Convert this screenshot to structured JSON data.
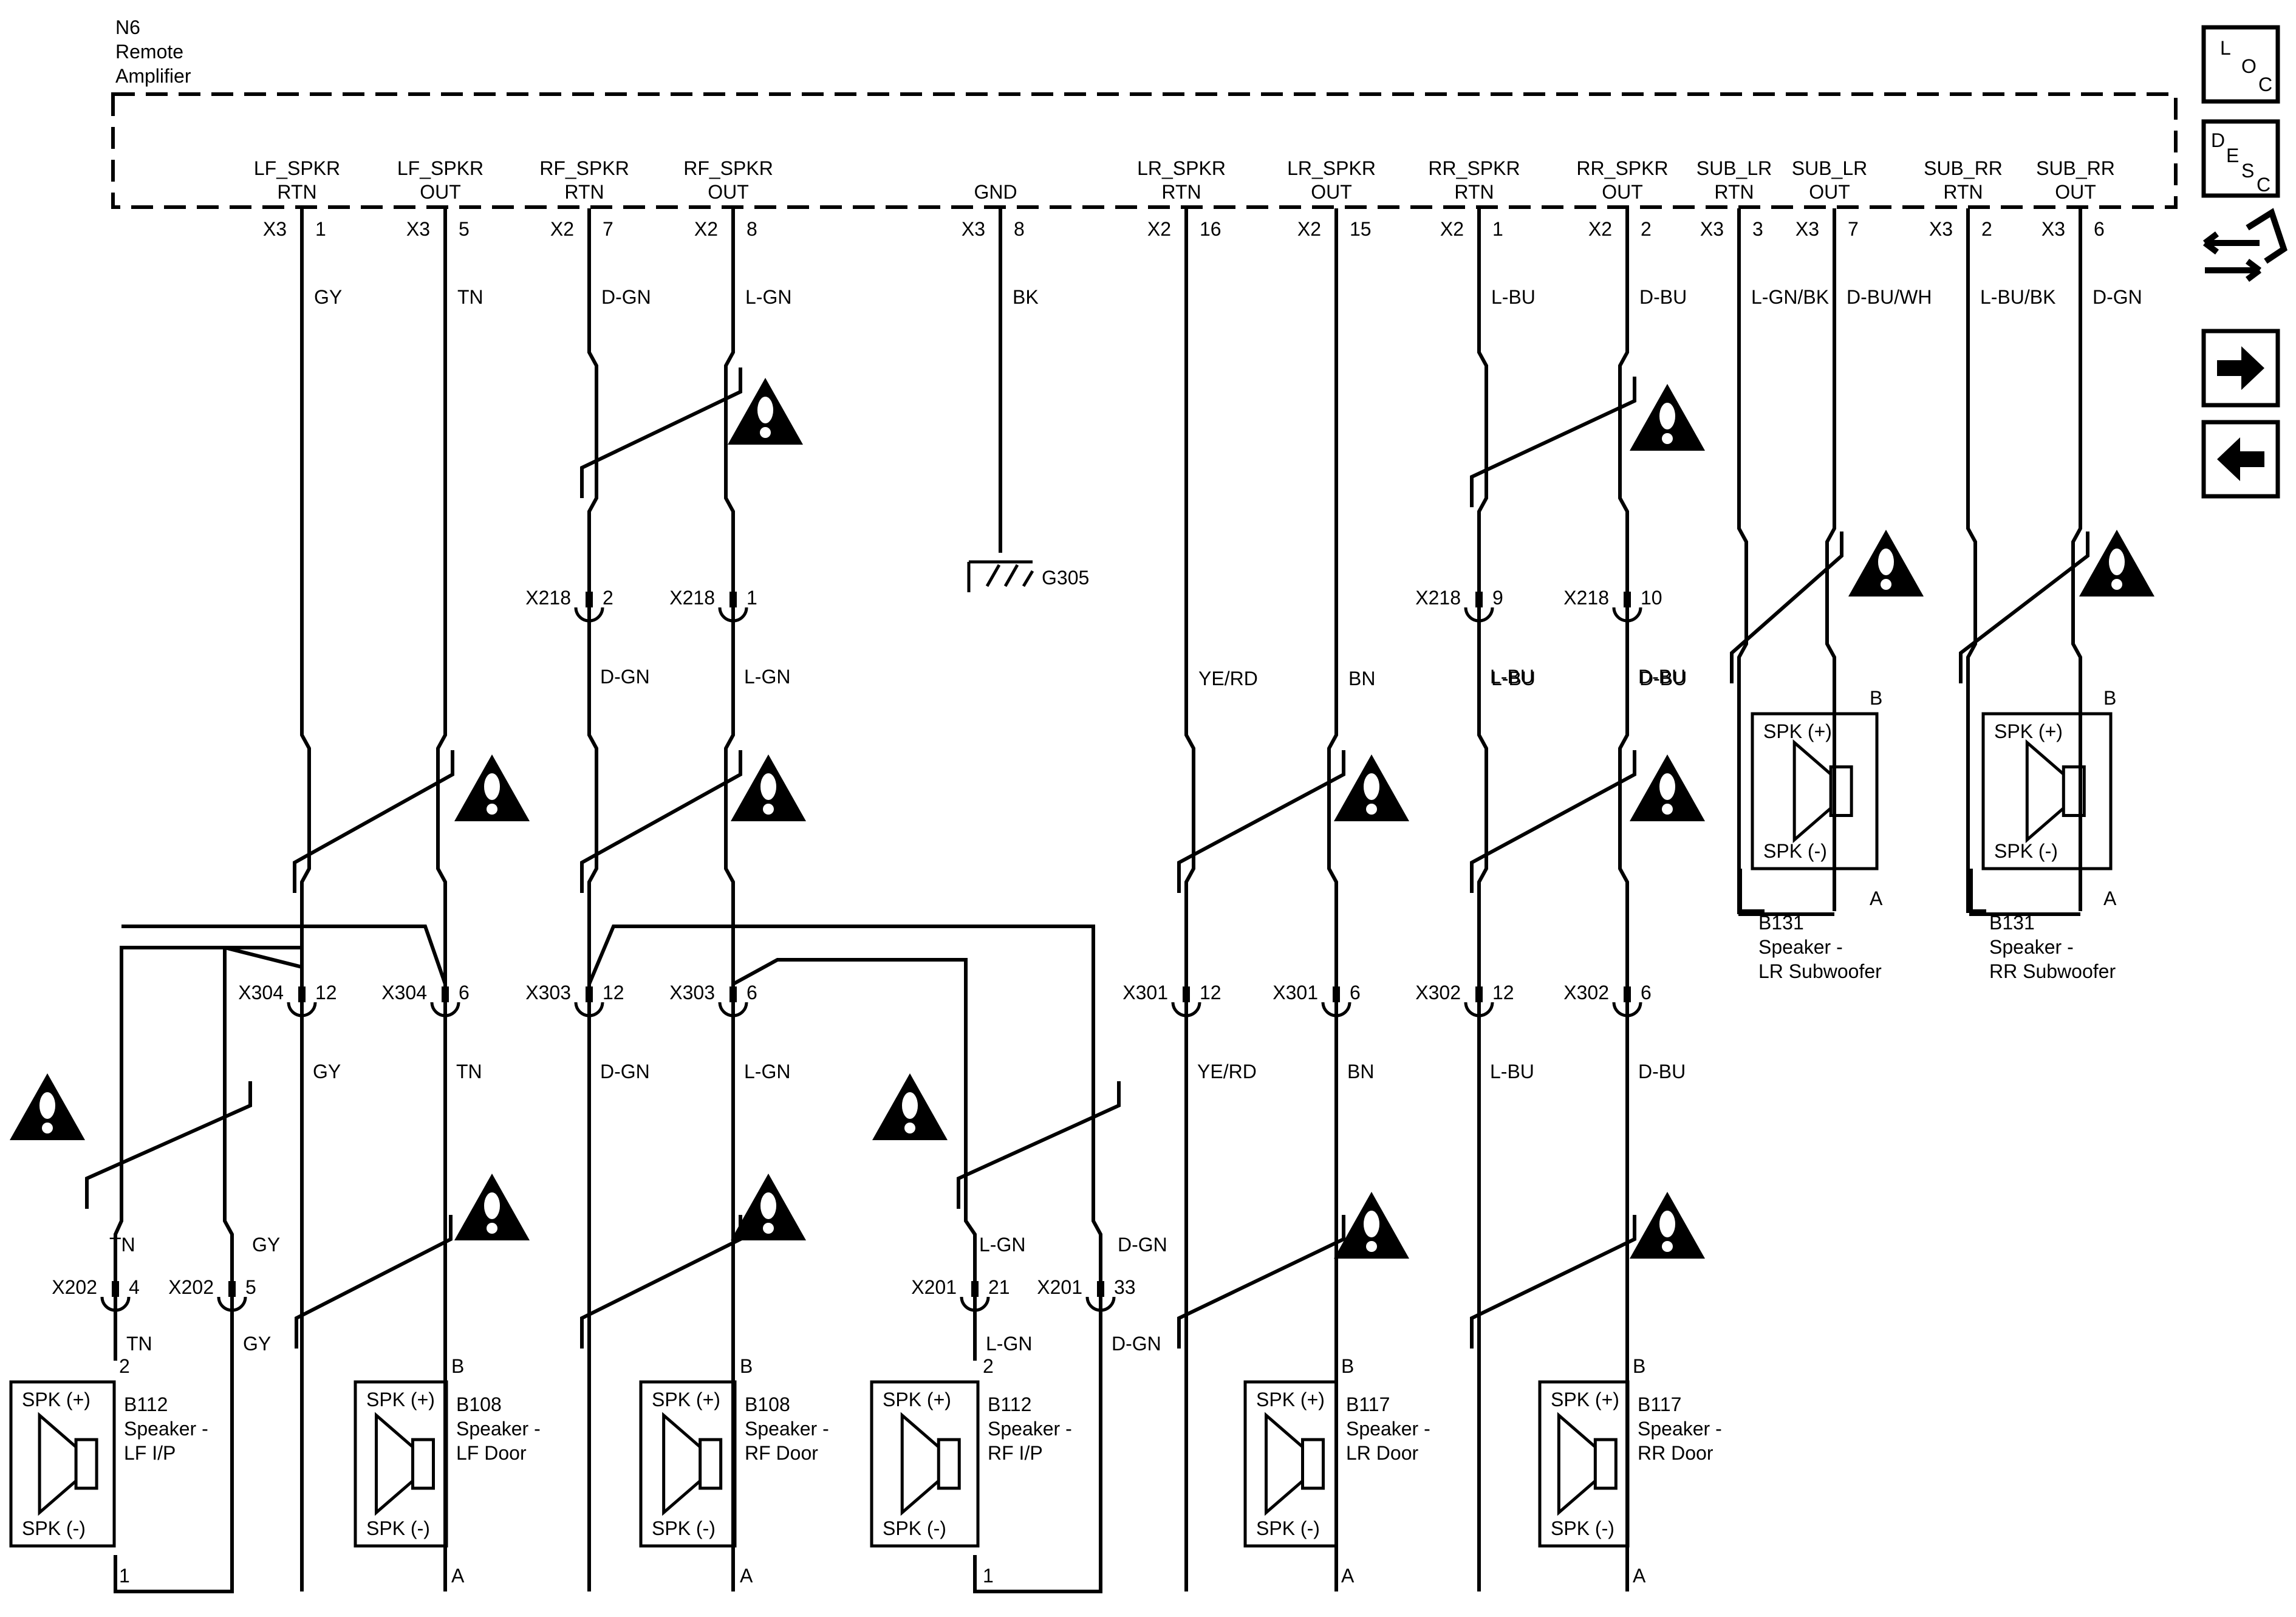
{
  "module": {
    "id": "N6",
    "name1": "Remote",
    "name2": "Amplifier"
  },
  "side_buttons": [
    {
      "name": "loc-button",
      "label": "LOC"
    },
    {
      "name": "desc-button",
      "label": "DESC"
    },
    {
      "name": "connector-info-button",
      "label": ""
    },
    {
      "name": "next-button",
      "label": ""
    },
    {
      "name": "previous-button",
      "label": ""
    }
  ],
  "pins": [
    {
      "l1": "LF_SPKR",
      "l2": "RTN",
      "conn": "X3",
      "pin": "1",
      "wire": "GY"
    },
    {
      "l1": "LF_SPKR",
      "l2": "OUT",
      "conn": "X3",
      "pin": "5",
      "wire": "TN"
    },
    {
      "l1": "RF_SPKR",
      "l2": "RTN",
      "conn": "X2",
      "pin": "7",
      "wire": "D-GN"
    },
    {
      "l1": "RF_SPKR",
      "l2": "OUT",
      "conn": "X2",
      "pin": "8",
      "wire": "L-GN"
    },
    {
      "l1": "",
      "l2": "GND",
      "conn": "X3",
      "pin": "8",
      "wire": "BK"
    },
    {
      "l1": "LR_SPKR",
      "l2": "RTN",
      "conn": "X2",
      "pin": "16",
      "wire": ""
    },
    {
      "l1": "LR_SPKR",
      "l2": "OUT",
      "conn": "X2",
      "pin": "15",
      "wire": ""
    },
    {
      "l1": "RR_SPKR",
      "l2": "RTN",
      "conn": "X2",
      "pin": "1",
      "wire": "L-BU"
    },
    {
      "l1": "RR_SPKR",
      "l2": "OUT",
      "conn": "X2",
      "pin": "2",
      "wire": "D-BU"
    },
    {
      "l1": "SUB_LR",
      "l2": "RTN",
      "conn": "X3",
      "pin": "3",
      "wire": "L-GN/BK"
    },
    {
      "l1": "SUB_LR",
      "l2": "OUT",
      "conn": "X3",
      "pin": "7",
      "wire": "D-BU/WH"
    },
    {
      "l1": "SUB_RR",
      "l2": "RTN",
      "conn": "X3",
      "pin": "2",
      "wire": "L-BU/BK"
    },
    {
      "l1": "SUB_RR",
      "l2": "OUT",
      "conn": "X3",
      "pin": "6",
      "wire": "D-GN"
    }
  ],
  "ground": {
    "id": "G305"
  },
  "connectors": [
    {
      "conn": "X218",
      "pin": "2",
      "wire": "D-GN"
    },
    {
      "conn": "X218",
      "pin": "1",
      "wire": "L-GN"
    },
    {
      "conn": "X218",
      "pin": "9",
      "wire": "L-BU"
    },
    {
      "conn": "X218",
      "pin": "10",
      "wire": "D-BU"
    },
    {
      "conn": "X304",
      "pin": "12",
      "wire": "GY"
    },
    {
      "conn": "X304",
      "pin": "6",
      "wire": "TN"
    },
    {
      "conn": "X303",
      "pin": "12",
      "wire": "D-GN"
    },
    {
      "conn": "X303",
      "pin": "6",
      "wire": "L-GN"
    },
    {
      "conn": "X301",
      "pin": "12",
      "wire": "YE/RD"
    },
    {
      "conn": "X301",
      "pin": "6",
      "wire": "BN"
    },
    {
      "conn": "X302",
      "pin": "12",
      "wire": "L-BU"
    },
    {
      "conn": "X302",
      "pin": "6",
      "wire": "D-BU"
    },
    {
      "conn": "X202",
      "pin": "4",
      "wire": "TN"
    },
    {
      "conn": "X202",
      "pin": "5",
      "wire": "GY"
    },
    {
      "conn": "X201",
      "pin": "21",
      "wire": "L-GN"
    },
    {
      "conn": "X201",
      "pin": "33",
      "wire": "D-GN"
    }
  ],
  "mid_wire_labels": [
    "YE/RD",
    "BN",
    "L-BU",
    "D-BU"
  ],
  "lower_wire_labels": [
    "TN",
    "GY",
    "L-GN",
    "D-GN"
  ],
  "speakers": [
    {
      "id": "B112",
      "l1": "Speaker -",
      "l2": "LF I/P",
      "plus": "SPK (+)",
      "minus": "SPK (-)",
      "top_pin": "2",
      "bot_pin": "1"
    },
    {
      "id": "B108",
      "l1": "Speaker -",
      "l2": "LF Door",
      "plus": "SPK (+)",
      "minus": "SPK (-)",
      "top_pin": "B",
      "bot_pin": "A"
    },
    {
      "id": "B108",
      "l1": "Speaker -",
      "l2": "RF Door",
      "plus": "SPK (+)",
      "minus": "SPK (-)",
      "top_pin": "B",
      "bot_pin": "A"
    },
    {
      "id": "B112",
      "l1": "Speaker -",
      "l2": "RF I/P",
      "plus": "SPK (+)",
      "minus": "SPK (-)",
      "top_pin": "2",
      "bot_pin": "1"
    },
    {
      "id": "B117",
      "l1": "Speaker -",
      "l2": "LR Door",
      "plus": "SPK (+)",
      "minus": "SPK (-)",
      "top_pin": "B",
      "bot_pin": "A"
    },
    {
      "id": "B117",
      "l1": "Speaker -",
      "l2": "RR Door",
      "plus": "SPK (+)",
      "minus": "SPK (-)",
      "top_pin": "B",
      "bot_pin": "A"
    },
    {
      "id": "B131",
      "l1": "Speaker -",
      "l2": "LR Subwoofer",
      "plus": "SPK (+)",
      "minus": "SPK (-)",
      "top_pin": "B",
      "bot_pin": "A"
    },
    {
      "id": "B131",
      "l1": "Speaker -",
      "l2": "RR Subwoofer",
      "plus": "SPK (+)",
      "minus": "SPK (-)",
      "top_pin": "B",
      "bot_pin": "A"
    }
  ]
}
